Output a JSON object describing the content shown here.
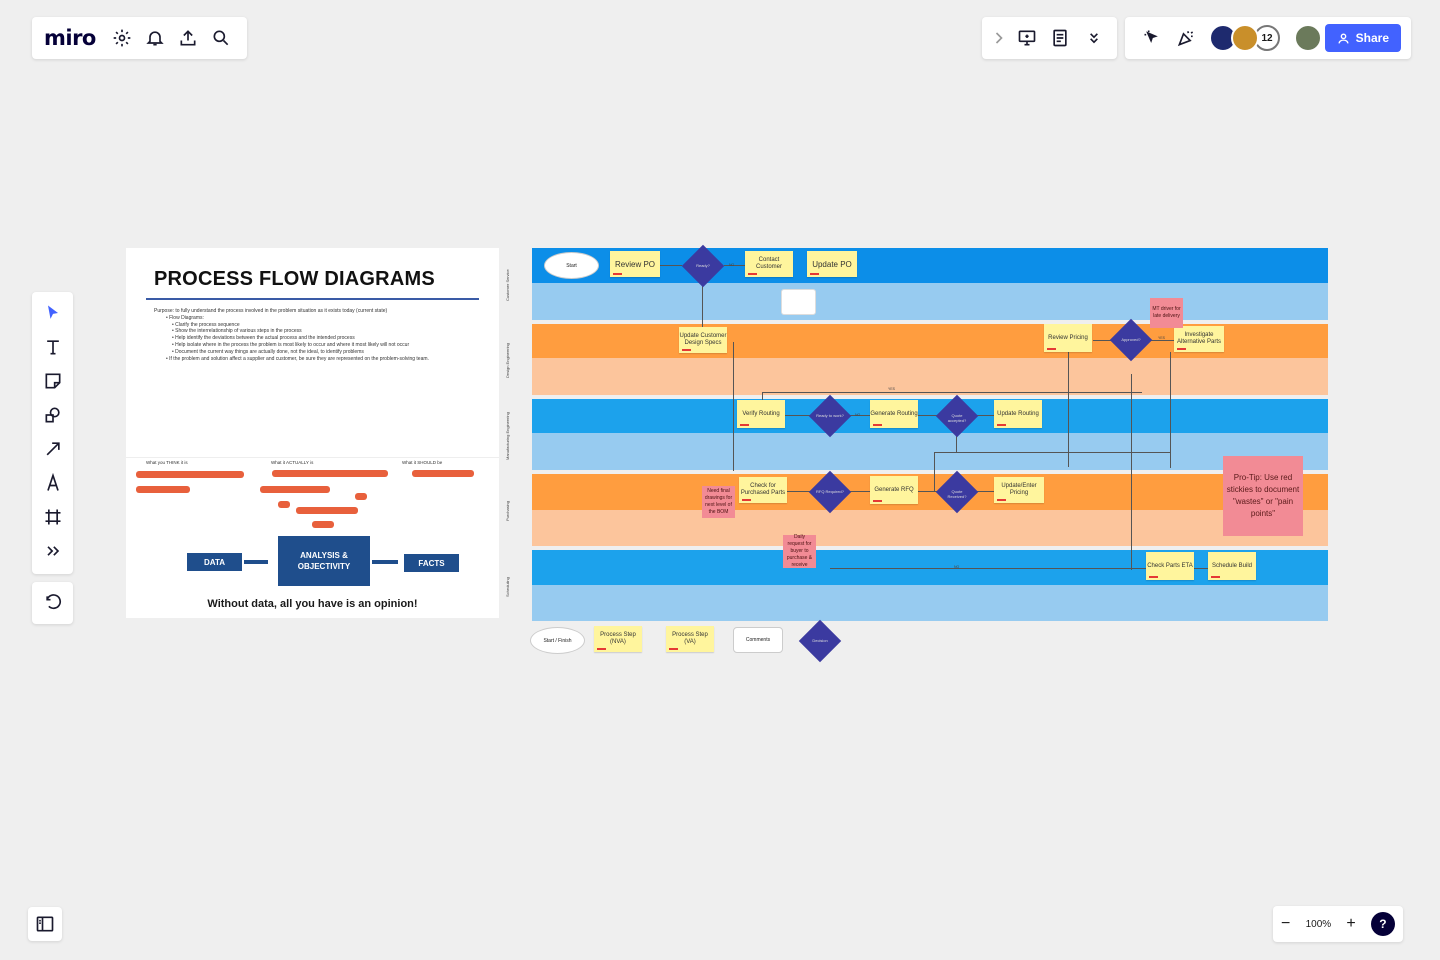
{
  "app": {
    "logo": "miro"
  },
  "toolbar_top_left": {
    "icons": [
      "settings-icon",
      "bell-icon",
      "upload-icon",
      "search-icon"
    ]
  },
  "collab": {
    "count": "12",
    "share_label": "Share"
  },
  "zoom": {
    "level": "100%",
    "help": "?"
  },
  "slide": {
    "title": "PROCESS FLOW DIAGRAMS",
    "purpose": "Purpose: to fully understand the process involved in the problem situation as it exists today (current state)",
    "flow_heading": "Flow Diagrams:",
    "bullets": [
      "Clarify the process sequence",
      "Show the interrelationship of various steps in the process",
      "Help identify the deviations between the actual process and the intended process",
      "Help isolate where in the process the problem is most likely to occur and where it most likely will not occur",
      "Document the current way things are actually done, not the ideal, to identify problems"
    ],
    "last_bullet": "If the problem and solution affect a supplier and customer, be sure they are represented on the problem-solving team.",
    "col_think": "What you THINK it is",
    "col_actual": "What it ACTUALLY is",
    "col_should": "What it SHOULD be",
    "box_data": "DATA",
    "box_analysis": "ANALYSIS & OBJECTIVITY",
    "box_facts": "FACTS",
    "footer": "Without data, all you have is an opinion!"
  },
  "lanes": {
    "customer_service": "Customer Service",
    "design_eng": "Design Engineering",
    "mfg_eng": "Manufacturing Engineering",
    "purchasing": "Purchasing",
    "scheduling": "Scheduling"
  },
  "flow": {
    "start": "Start",
    "review_po": "Review PO",
    "ready": "Ready?",
    "no1": "NO",
    "contact_customer": "Contact Customer",
    "update_po": "Update PO",
    "update_specs": "Update Customer Design Specs",
    "review_pricing": "Review Pricing",
    "approved": "Approved?",
    "yes1": "YES",
    "investigate": "Investigate Alternative Parts",
    "mt_driver": "MT driver for late delivery",
    "verify_routing": "Verify Routing",
    "ready2": "Ready to work?",
    "no2": "NO",
    "generate_routing": "Generate Routing",
    "yes2": "YES",
    "quote_accept": "Quote accepted?",
    "update_routing": "Update Routing",
    "check_parts": "Check for Purchased Parts",
    "rfq_required": "RFQ Required?",
    "generate_rfq": "Generate RFQ",
    "quote_received": "Quote Received?",
    "update_pricing": "Update/Enter Pricing",
    "pink_purchasing": "Need final drawings for next level of the BOM",
    "pink_sched": "Daily request for buyer to purchase & receive",
    "no3": "NO",
    "check_eta": "Check Parts ETA",
    "schedule_build": "Schedule Build",
    "pro_tip": "Pro-Tip: Use red stickies to document \"wastes\" or \"pain points\"",
    "legend_start": "Start / Finish",
    "legend_nva": "Process Step (NVA)",
    "legend_va": "Process Step (VA)",
    "legend_comments": "Comments",
    "legend_decision": "Decision"
  }
}
